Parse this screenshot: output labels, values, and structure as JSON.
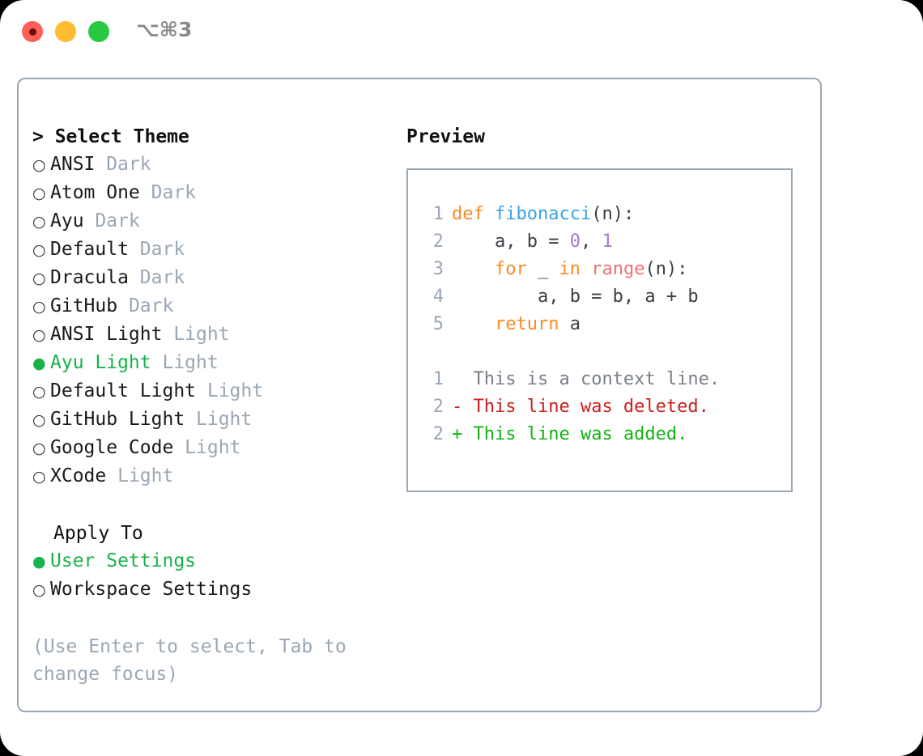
{
  "titlebar": {
    "lights": [
      {
        "name": "close-button",
        "color": "#ff5f57"
      },
      {
        "name": "minimize-button",
        "color": "#febc2e"
      },
      {
        "name": "maximize-button",
        "color": "#28c840"
      }
    ],
    "shortcut": "⌥⌘3"
  },
  "left": {
    "header": "> Select Theme",
    "themes": [
      {
        "bullet": "○",
        "name": "ANSI",
        "kind": " Dark",
        "selected": false
      },
      {
        "bullet": "○",
        "name": "Atom One",
        "kind": " Dark",
        "selected": false
      },
      {
        "bullet": "○",
        "name": "Ayu",
        "kind": " Dark",
        "selected": false
      },
      {
        "bullet": "○",
        "name": "Default",
        "kind": " Dark",
        "selected": false
      },
      {
        "bullet": "○",
        "name": "Dracula",
        "kind": " Dark",
        "selected": false
      },
      {
        "bullet": "○",
        "name": "GitHub",
        "kind": " Dark",
        "selected": false
      },
      {
        "bullet": "○",
        "name": "ANSI Light",
        "kind": " Light",
        "selected": false
      },
      {
        "bullet": "●",
        "name": "Ayu Light",
        "kind": " Light",
        "selected": true
      },
      {
        "bullet": "○",
        "name": "Default Light",
        "kind": " Light",
        "selected": false
      },
      {
        "bullet": "○",
        "name": "GitHub Light",
        "kind": " Light",
        "selected": false
      },
      {
        "bullet": "○",
        "name": "Google Code",
        "kind": " Light",
        "selected": false
      },
      {
        "bullet": "○",
        "name": "XCode",
        "kind": " Light",
        "selected": false
      }
    ],
    "apply_to_header": "Apply To",
    "apply_options": [
      {
        "bullet": "●",
        "label": "User Settings",
        "selected": true
      },
      {
        "bullet": "○",
        "label": "Workspace Settings",
        "selected": false
      }
    ],
    "hint": "(Use Enter to select, Tab to change focus)"
  },
  "right": {
    "header": "Preview",
    "code_lines": [
      {
        "num": "1",
        "tokens": [
          {
            "t": "def",
            "c": "kw"
          },
          {
            "t": " ",
            "c": "pl"
          },
          {
            "t": "fibonacci",
            "c": "fn"
          },
          {
            "t": "(n):",
            "c": "pl"
          }
        ]
      },
      {
        "num": "2",
        "tokens": [
          {
            "t": "    a, b = ",
            "c": "pl"
          },
          {
            "t": "0",
            "c": "num"
          },
          {
            "t": ", ",
            "c": "pl"
          },
          {
            "t": "1",
            "c": "num"
          }
        ]
      },
      {
        "num": "3",
        "tokens": [
          {
            "t": "    ",
            "c": "pl"
          },
          {
            "t": "for",
            "c": "kw"
          },
          {
            "t": " _ ",
            "c": "pl"
          },
          {
            "t": "in",
            "c": "kw"
          },
          {
            "t": " ",
            "c": "pl"
          },
          {
            "t": "range",
            "c": "bi"
          },
          {
            "t": "(n):",
            "c": "pl"
          }
        ]
      },
      {
        "num": "4",
        "tokens": [
          {
            "t": "        a, b = b, a + b",
            "c": "pl"
          }
        ]
      },
      {
        "num": "5",
        "tokens": [
          {
            "t": "    ",
            "c": "pl"
          },
          {
            "t": "return",
            "c": "kw"
          },
          {
            "t": " a",
            "c": "pl"
          }
        ]
      }
    ],
    "diff_lines": [
      {
        "num": "1",
        "marker": "  ",
        "text": "This is a context line.",
        "kind": "ctx"
      },
      {
        "num": "2",
        "marker": "- ",
        "text": "This line was deleted.",
        "kind": "del"
      },
      {
        "num": "2",
        "marker": "+ ",
        "text": "This line was added.",
        "kind": "add"
      }
    ]
  },
  "colors": {
    "accent_green": "#18b34a",
    "muted": "#9aa7b4",
    "border": "#9aa7b4",
    "keyword": "#fb8b24",
    "function": "#3aa3e3",
    "number": "#a37acc",
    "builtin": "#f07171",
    "diff_delete": "#cc1f1f",
    "diff_add": "#13b313"
  }
}
